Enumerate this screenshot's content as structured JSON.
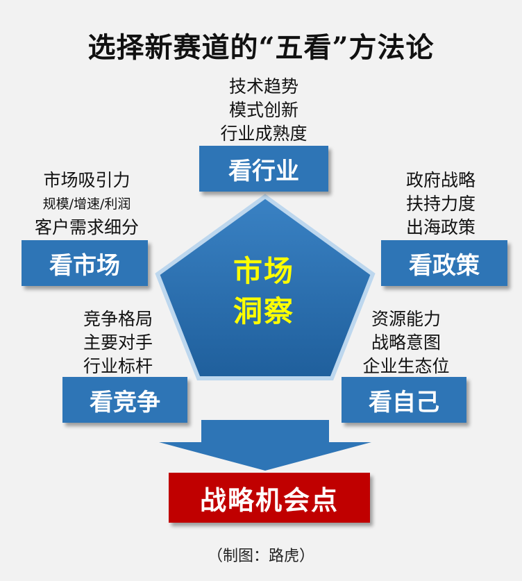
{
  "title": "选择新赛道的“五看”方法论",
  "center": {
    "line1": "市场",
    "line2": "洞察"
  },
  "nodes": {
    "industry": {
      "label": "看行业",
      "notes": [
        "技术趋势",
        "模式创新",
        "行业成熟度"
      ]
    },
    "market": {
      "label": "看市场",
      "notes": [
        "市场吸引力",
        "规模/增速/利润",
        "客户需求细分"
      ]
    },
    "policy": {
      "label": "看政策",
      "notes": [
        "政府战略",
        "扶持力度",
        "出海政策"
      ]
    },
    "competition": {
      "label": "看竞争",
      "notes": [
        "竞争格局",
        "主要对手",
        "行业标杆"
      ]
    },
    "self": {
      "label": "看自己",
      "notes": [
        "资源能力",
        "战略意图",
        "企业生态位"
      ]
    }
  },
  "result": "战略机会点",
  "credit": "（制图：路虎）",
  "colors": {
    "box": "#2e75b6",
    "pentagon": "#2e75b6",
    "arrow": "#2e75b6",
    "result": "#c00000",
    "center_text": "#ffff00"
  }
}
